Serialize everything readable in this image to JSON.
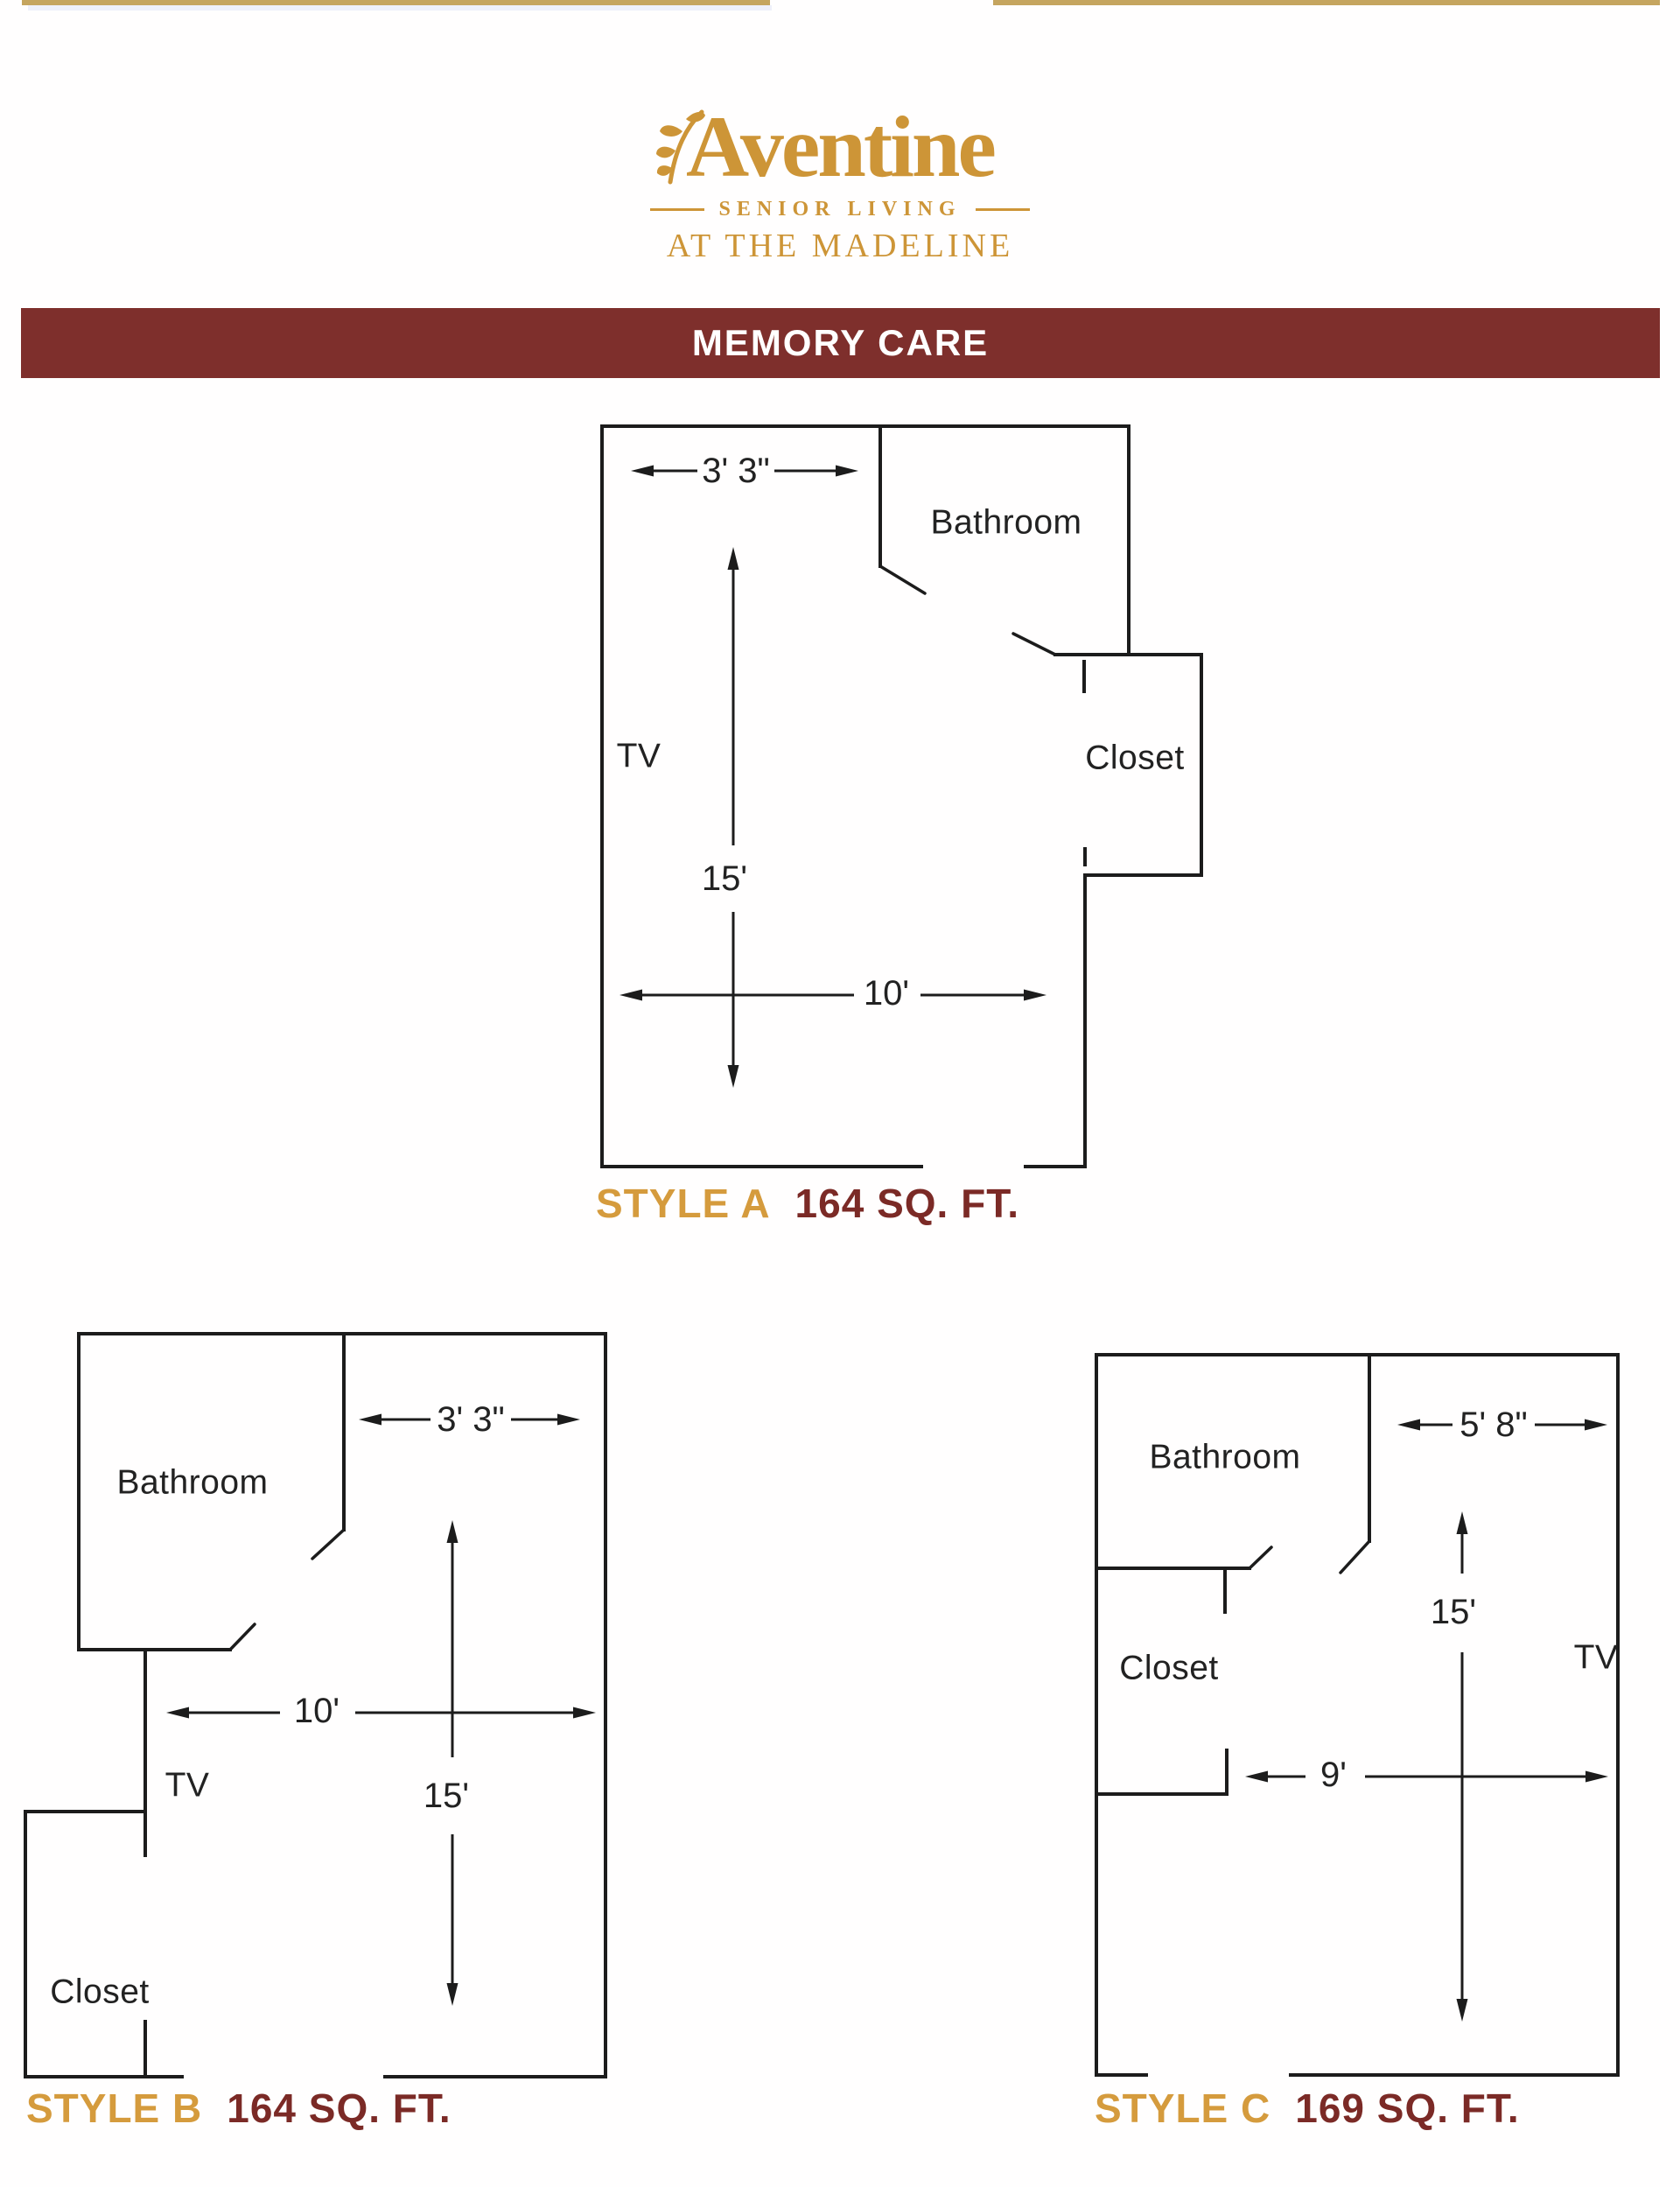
{
  "header": {
    "logo": {
      "name": "Aventine",
      "tagline": "SENIOR LIVING",
      "location": "AT THE MADELINE"
    },
    "banner_title": "MEMORY CARE"
  },
  "colors": {
    "gold": "#cd9537",
    "accent_gold": "#d59b3d",
    "banner_maroon": "#7e2f2c",
    "area_maroon": "#7b2a26",
    "top_bar_tan": "#c5a55f",
    "plan_line": "#1c1c1c"
  },
  "plans": [
    {
      "id": "A",
      "style_label": "STYLE A",
      "area_label": "164 SQ. FT.",
      "labels": {
        "bathroom": "Bathroom",
        "tv": "TV",
        "closet": "Closet"
      },
      "dims": {
        "top_width": "3' 3\"",
        "height": "15'",
        "width": "10'"
      }
    },
    {
      "id": "B",
      "style_label": "STYLE B",
      "area_label": "164 SQ. FT.",
      "labels": {
        "bathroom": "Bathroom",
        "tv": "TV",
        "closet": "Closet"
      },
      "dims": {
        "top_width": "3' 3\"",
        "height": "15'",
        "width": "10'"
      }
    },
    {
      "id": "C",
      "style_label": "STYLE C",
      "area_label": "169 SQ. FT.",
      "labels": {
        "bathroom": "Bathroom",
        "tv": "TV",
        "closet": "Closet"
      },
      "dims": {
        "top_width": "5' 8\"",
        "height": "15'",
        "width": "9'"
      }
    }
  ]
}
